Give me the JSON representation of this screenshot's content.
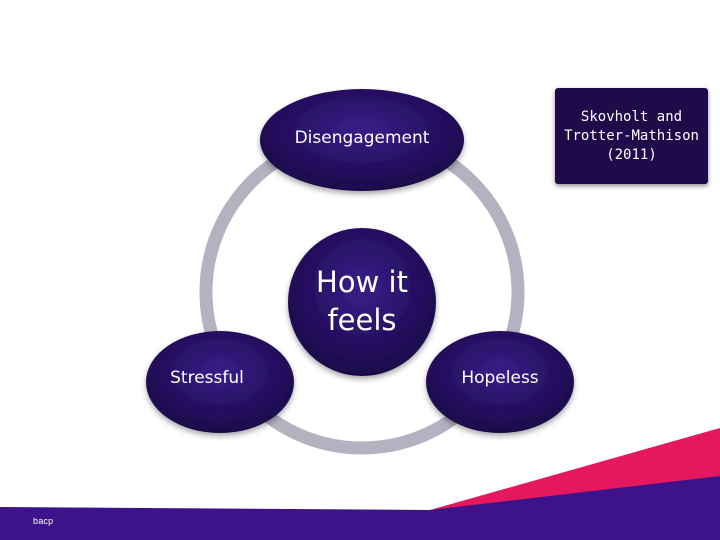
{
  "diagram": {
    "center": {
      "line1": "How it",
      "line2": "feels"
    },
    "nodes": {
      "top": "Disengagement",
      "left": "Stressful",
      "right": "Hopeless"
    }
  },
  "citation": {
    "line1": "Skovholt and",
    "line2": "Trotter-Mathison",
    "line3": "(2011)"
  },
  "footer": {
    "brand": "bacp"
  },
  "colors": {
    "node_fill_light": "#3a1f8a",
    "node_fill_dark": "#1a0648",
    "ring": "#b4b2c0",
    "footer_purple": "#3d1389",
    "footer_pink": "#e5175f",
    "citation_bg": "#1f0a4a"
  }
}
